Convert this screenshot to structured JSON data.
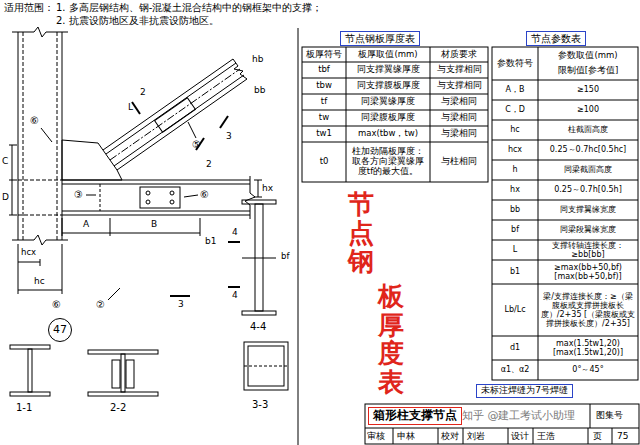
{
  "diagram": {
    "nodes": [
      {
        "text": [
          "节点钢板厚度表"
        ]
      },
      {
        "text": [
          "节点参数表"
        ]
      },
      {
        "text": [
          "未标注焊缝为7号焊缝"
        ]
      },
      {
        "text": [
          "箱形柱支撑节点"
        ]
      },
      {
        "text": [
          "47"
        ]
      }
    ],
    "labels": [
      "适用范围：",
      "1. 多高层钢结构、钢-混凝土混合结构中的钢框架中的支撑；",
      "2. 抗震设防地区及非抗震设防地区。",
      "板厚符号",
      "板厚取值(mm)",
      "材质要求",
      "tbf",
      "同支撑翼缘厚度",
      "与支撑相同",
      "tbw",
      "同支撑腹板厚度",
      "与支撑相同",
      "tf",
      "同梁翼缘厚度",
      "与梁相同",
      "tw",
      "同梁腹板厚度",
      "与梁相同",
      "tw1",
      "max(tbw，tw)",
      "与梁相同",
      "t0",
      "柱加劲隔板厚度：取各方向梁翼缘厚度tf的最大值。",
      "与柱相同",
      "参数符号",
      "参数取值(mm)",
      "限制值[参考值]",
      "A，B",
      "≥150",
      "C，D",
      "≥100",
      "hc",
      "柱截面高度",
      "hcx",
      "0.25～0.7hc[0.5hc]",
      "h",
      "同梁截面高度",
      "hx",
      "0.25～0.7h[0.5h]",
      "bb",
      "同支撑翼缘宽度",
      "bf",
      "同梁段翼缘宽度",
      "L",
      "支撑转轴连接长度：≥bb[bb]",
      "b1",
      "≥max(bb+50,bf) [max(bb+50,bf)]",
      "Lb/Lc",
      "梁/支撑连接长度：≥（梁腹板或支撑拼接板长度）/2+35 [（梁腹板或支撑拼接板长度）/2+35]",
      "d1",
      "max(1.5tw1,20) [max(1.5tw1,20)]",
      "α1、α2",
      "0°～45°",
      "节点钢",
      "板厚度表",
      "1-1",
      "2-2",
      "3-3",
      "4-4",
      "2",
      "2",
      "3",
      "3",
      "4",
      "4",
      "⑥",
      "⑥",
      "⑥",
      "③",
      "⑤",
      "②",
      "hb",
      "bb",
      "hcx",
      "hc",
      "hx",
      "B",
      "A",
      "L",
      "C",
      "D",
      "b1",
      "bf",
      "图集号",
      "审核",
      "申林",
      "校对",
      "刘岩",
      "设计",
      "王浩",
      "页",
      "75",
      "知乎 @建工考试小助理"
    ]
  }
}
